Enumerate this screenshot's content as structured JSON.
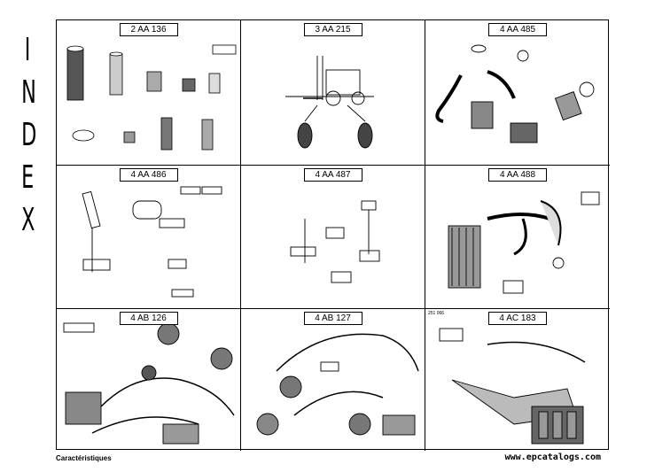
{
  "index_title": [
    "I",
    "N",
    "D",
    "E",
    "X"
  ],
  "cells": [
    {
      "label": "2 AA 136"
    },
    {
      "label": "3 AA 215"
    },
    {
      "label": "4 AA 485"
    },
    {
      "label": "4 AA 486"
    },
    {
      "label": "4 AA 487"
    },
    {
      "label": "4 AA 488"
    },
    {
      "label": "4 AB 126"
    },
    {
      "label": "4 AB 127"
    },
    {
      "label": "4 AC 183",
      "ref": "251 066"
    }
  ],
  "footer": {
    "left": "Caractéristiques",
    "right": "www.epcatalogs.com"
  },
  "colors": {
    "line": "#000000",
    "background": "#ffffff",
    "part": "#777777"
  }
}
